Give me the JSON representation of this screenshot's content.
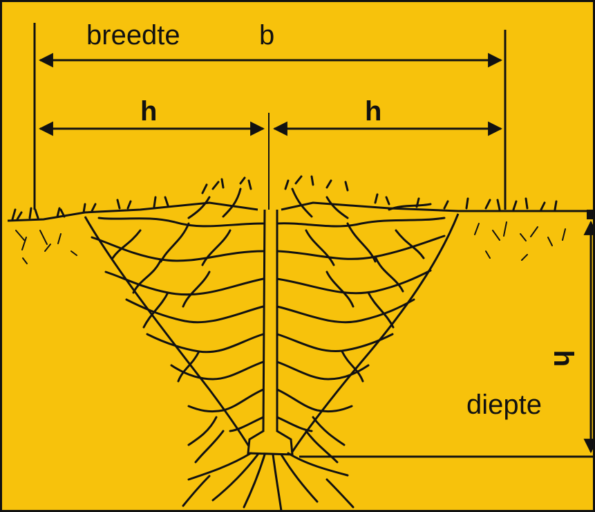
{
  "colors": {
    "background": "#f7c20c",
    "ink": "#111111"
  },
  "labels": {
    "breedte": "breedte",
    "b": "b",
    "h_left": "h",
    "h_right": "h",
    "h_depth": "h",
    "diepte": "diepte"
  },
  "icons": [
    "arrow-head-icon"
  ]
}
